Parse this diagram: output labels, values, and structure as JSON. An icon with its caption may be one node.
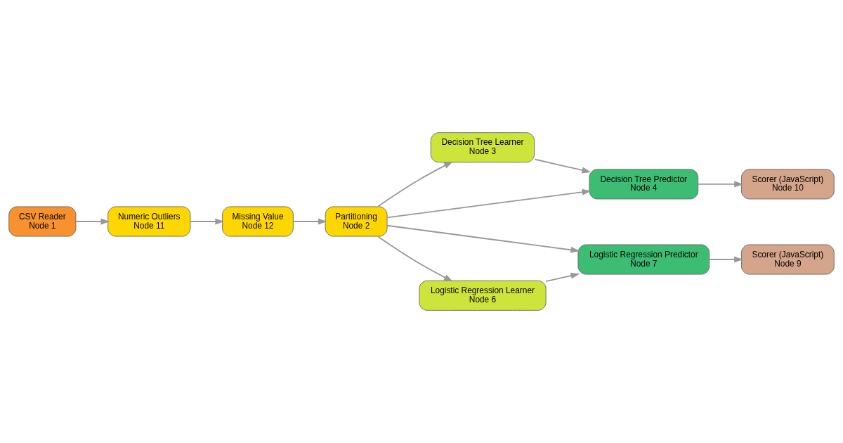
{
  "diagram": {
    "nodes": [
      {
        "text": [
          "Decision Tree Learner",
          "Node 3"
        ]
      },
      {
        "text": [
          "CSV Reader",
          "Node 1"
        ]
      },
      {
        "text": [
          "Decision Tree Predictor",
          "Node 4"
        ]
      },
      {
        "text": [
          "Partitioning",
          "Node 2"
        ]
      },
      {
        "text": [
          "Scorer (JavaScript)",
          "Node 10"
        ]
      },
      {
        "text": [
          "Logistic Regression Predictor",
          "Node 7"
        ]
      },
      {
        "text": [
          "Scorer (JavaScript)",
          "Node 9"
        ]
      },
      {
        "text": [
          "Logistic Regression Learner",
          "Node 6"
        ]
      },
      {
        "text": [
          "Numeric Outliers",
          "Node 11"
        ]
      },
      {
        "text": [
          "Missing Value",
          "Node 12"
        ]
      }
    ],
    "edges": [
      {
        "from": 1,
        "to": 8,
        "arrow": "to"
      },
      {
        "from": 8,
        "to": 9,
        "arrow": "to"
      },
      {
        "from": 9,
        "to": 3,
        "arrow": "to"
      },
      {
        "from": 3,
        "to": 0,
        "arrow": "to"
      },
      {
        "from": 3,
        "to": 7,
        "arrow": "to"
      },
      {
        "from": 3,
        "to": 2,
        "arrow": "to"
      },
      {
        "from": 3,
        "to": 5,
        "arrow": "to"
      },
      {
        "from": 0,
        "to": 2,
        "arrow": "to"
      },
      {
        "from": 7,
        "to": 5,
        "arrow": "to"
      },
      {
        "from": 2,
        "to": 4,
        "arrow": "to"
      },
      {
        "from": 5,
        "to": 6,
        "arrow": "to"
      }
    ]
  }
}
